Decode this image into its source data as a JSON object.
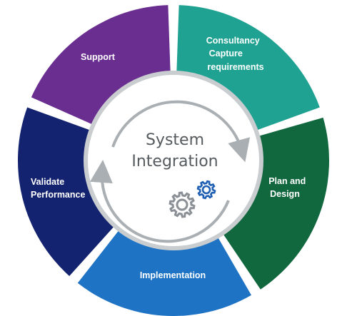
{
  "center": {
    "lines": [
      "System",
      "Integration"
    ]
  },
  "segments": [
    {
      "lines": [
        "Consultancy",
        "Capture",
        "requirements"
      ],
      "color": "#1fa292"
    },
    {
      "lines": [
        "Plan and",
        "Design"
      ],
      "color": "#11683e"
    },
    {
      "lines": [
        "Implementation"
      ],
      "color": "#1f73c4"
    },
    {
      "lines": [
        "Validate",
        "Performance"
      ],
      "color": "#14236f"
    },
    {
      "lines": [
        "Support"
      ],
      "color": "#6a2d90"
    }
  ],
  "icons": {
    "large_gear": "gear-icon",
    "small_gear": "gear-icon",
    "cycle": "cycle-arrows-icon"
  },
  "colors": {
    "center_fill": "#ffffff",
    "center_ring": "#c9cdd0",
    "arrow": "#a9afb3",
    "large_gear": "#8a9095",
    "small_gear": "#1f5fb3"
  }
}
